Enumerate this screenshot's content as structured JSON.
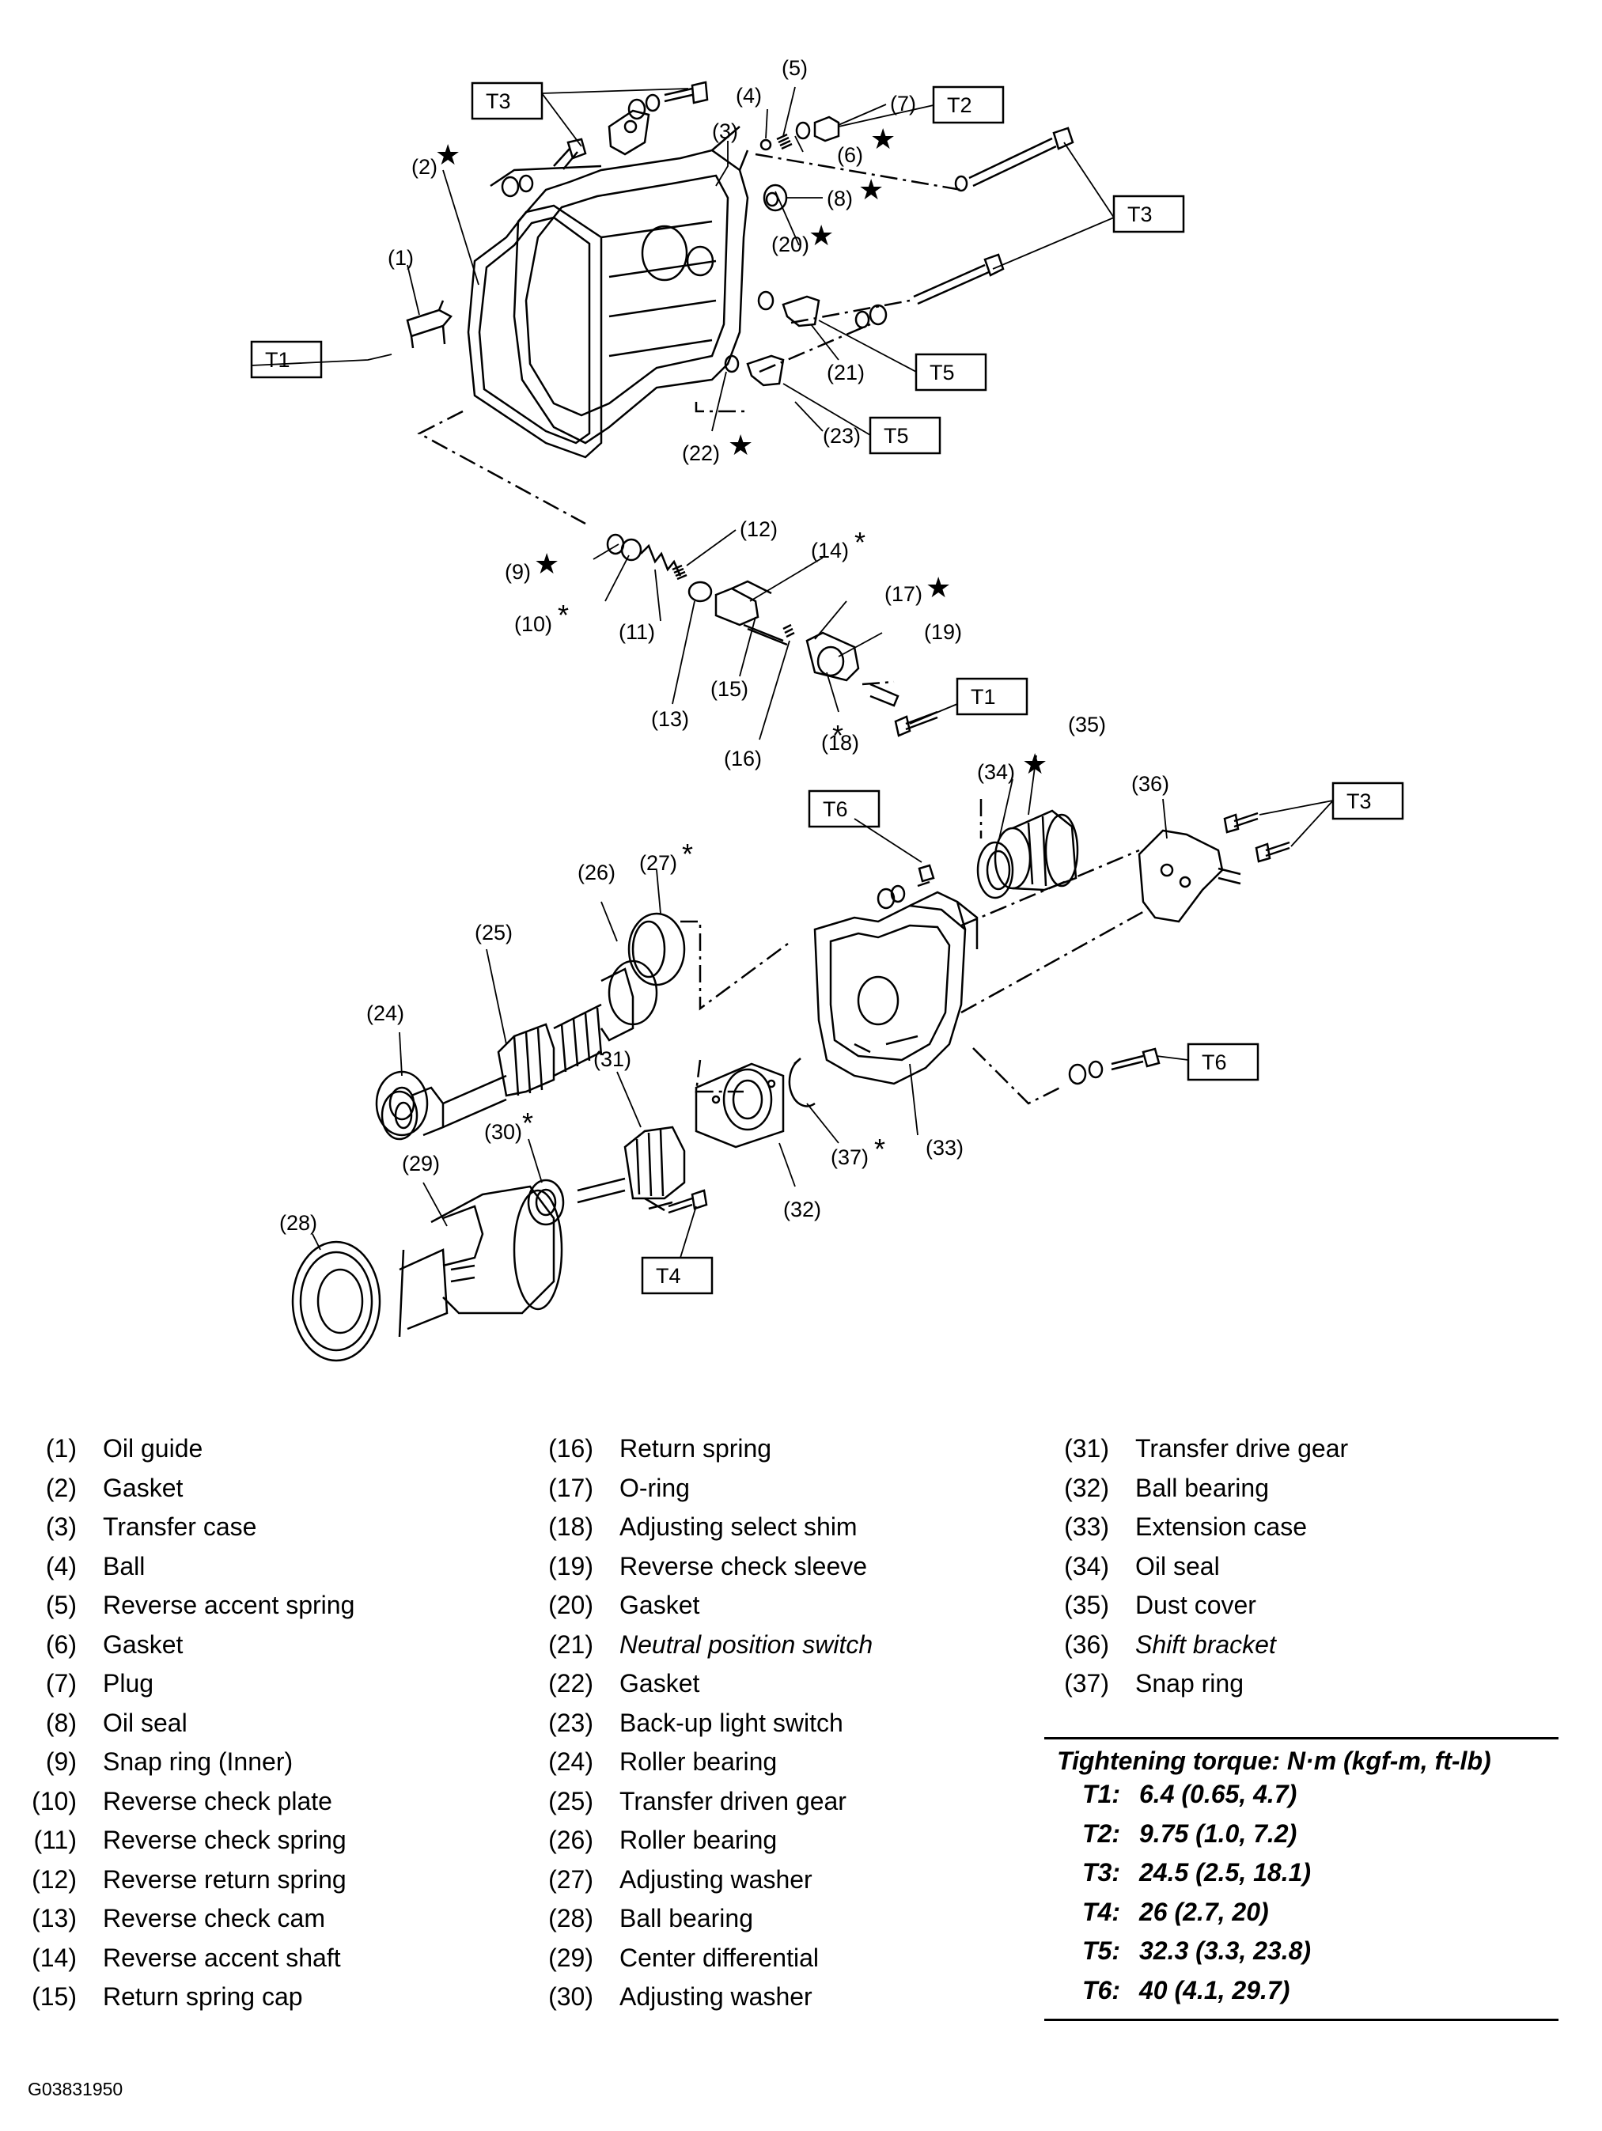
{
  "callouts": {
    "c1": "(1)",
    "c2": "(2)",
    "c3": "(3)",
    "c4": "(4)",
    "c5": "(5)",
    "c6": "(6)",
    "c7": "(7)",
    "c8": "(8)",
    "c9": "(9)",
    "c10": "(10)",
    "c11": "(11)",
    "c12": "(12)",
    "c13": "(13)",
    "c14": "(14)",
    "c15": "(15)",
    "c16": "(16)",
    "c17": "(17)",
    "c18": "(18)",
    "c19": "(19)",
    "c20": "(20)",
    "c21": "(21)",
    "c22": "(22)",
    "c23": "(23)",
    "c24": "(24)",
    "c25": "(25)",
    "c26": "(26)",
    "c27": "(27)",
    "c28": "(28)",
    "c29": "(29)",
    "c30": "(30)",
    "c31": "(31)",
    "c32": "(32)",
    "c33": "(33)",
    "c34": "(34)",
    "c35": "(35)",
    "c36": "(36)",
    "c37": "(37)"
  },
  "marks": {
    "star": "★",
    "asterisk": "*"
  },
  "torque_tags": {
    "t1": "T1",
    "t2": "T2",
    "t3": "T3",
    "t4": "T4",
    "t5": "T5",
    "t6": "T6"
  },
  "legend": {
    "col1": [
      {
        "num": "(1)",
        "name": "Oil guide"
      },
      {
        "num": "(2)",
        "name": "Gasket"
      },
      {
        "num": "(3)",
        "name": "Transfer case"
      },
      {
        "num": "(4)",
        "name": "Ball"
      },
      {
        "num": "(5)",
        "name": "Reverse accent spring"
      },
      {
        "num": "(6)",
        "name": "Gasket"
      },
      {
        "num": "(7)",
        "name": "Plug"
      },
      {
        "num": "(8)",
        "name": "Oil seal"
      },
      {
        "num": "(9)",
        "name": "Snap ring (Inner)"
      },
      {
        "num": "(10)",
        "name": "Reverse check plate"
      },
      {
        "num": "(11)",
        "name": "Reverse check spring"
      },
      {
        "num": "(12)",
        "name": "Reverse return spring"
      },
      {
        "num": "(13)",
        "name": "Reverse check cam"
      },
      {
        "num": "(14)",
        "name": "Reverse accent shaft"
      },
      {
        "num": "(15)",
        "name": "Return spring cap"
      }
    ],
    "col2": [
      {
        "num": "(16)",
        "name": "Return spring"
      },
      {
        "num": "(17)",
        "name": "O-ring"
      },
      {
        "num": "(18)",
        "name": "Adjusting select shim"
      },
      {
        "num": "(19)",
        "name": "Reverse check sleeve"
      },
      {
        "num": "(20)",
        "name": "Gasket"
      },
      {
        "num": "(21)",
        "name": "Neutral position switch"
      },
      {
        "num": "(22)",
        "name": "Gasket"
      },
      {
        "num": "(23)",
        "name": "Back-up light switch"
      },
      {
        "num": "(24)",
        "name": "Roller bearing"
      },
      {
        "num": "(25)",
        "name": "Transfer driven gear"
      },
      {
        "num": "(26)",
        "name": "Roller bearing"
      },
      {
        "num": "(27)",
        "name": "Adjusting washer"
      },
      {
        "num": "(28)",
        "name": "Ball bearing"
      },
      {
        "num": "(29)",
        "name": "Center differential"
      },
      {
        "num": "(30)",
        "name": "Adjusting washer"
      }
    ],
    "col3": [
      {
        "num": "(31)",
        "name": "Transfer drive gear"
      },
      {
        "num": "(32)",
        "name": "Ball bearing"
      },
      {
        "num": "(33)",
        "name": "Extension case"
      },
      {
        "num": "(34)",
        "name": "Oil seal"
      },
      {
        "num": "(35)",
        "name": "Dust cover"
      },
      {
        "num": "(36)",
        "name": "Shift bracket"
      },
      {
        "num": "(37)",
        "name": "Snap ring"
      }
    ]
  },
  "torque": {
    "title": "Tightening torque: N·m (kgf-m, ft-lb)",
    "rows": [
      {
        "code": "T1:",
        "value": "6.4 (0.65, 4.7)"
      },
      {
        "code": "T2:",
        "value": "9.75 (1.0, 7.2)"
      },
      {
        "code": "T3:",
        "value": "24.5 (2.5, 18.1)"
      },
      {
        "code": "T4:",
        "value": "26 (2.7, 20)"
      },
      {
        "code": "T5:",
        "value": "32.3 (3.3, 23.8)"
      },
      {
        "code": "T6:",
        "value": "40 (4.1, 29.7)"
      }
    ]
  },
  "figure_id": "G03831950"
}
